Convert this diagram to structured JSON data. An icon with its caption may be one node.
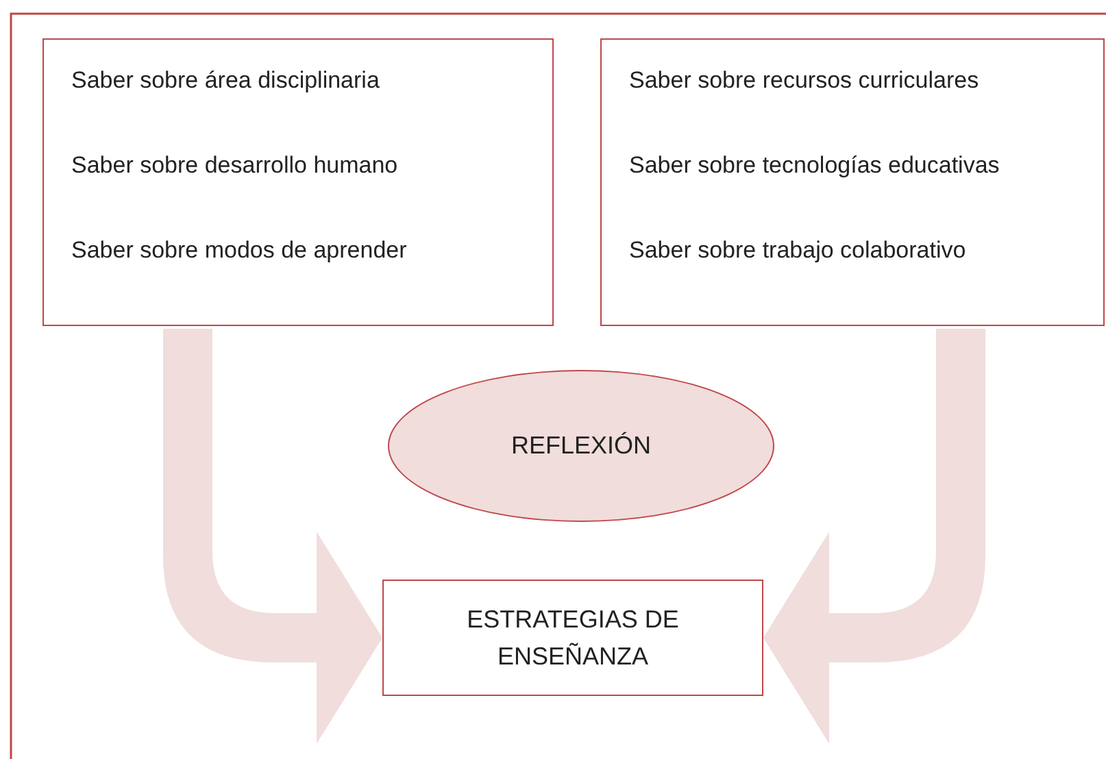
{
  "diagram": {
    "nodes": [
      {
        "text": [
          "Saber sobre área disciplinaria",
          "Saber sobre desarrollo humano",
          "Saber sobre modos de aprender"
        ]
      },
      {
        "text": [
          "Saber sobre recursos curriculares",
          "Saber sobre tecnologías educativas",
          "Saber sobre trabajo colaborativo"
        ]
      },
      {
        "text": [
          "REFLEXIÓN"
        ]
      },
      {
        "text": [
          "ESTRATEGIAS DE ENSEÑANZA"
        ]
      }
    ],
    "edges": [
      {
        "from": 0,
        "to": 3,
        "arrow": "to",
        "style": "thick",
        "color": "#f0dddc"
      },
      {
        "from": 1,
        "to": 3,
        "arrow": "to",
        "style": "thick",
        "color": "#f0dddc"
      }
    ]
  }
}
